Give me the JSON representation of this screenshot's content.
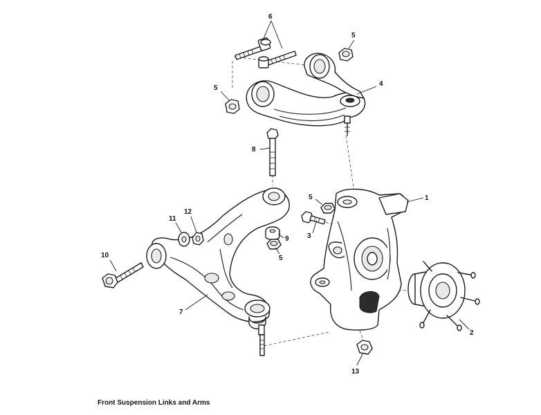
{
  "caption": "Front Suspension Links and Arms",
  "callouts": {
    "c1": "1",
    "c2": "2",
    "c3": "3",
    "c4": "4",
    "c5a": "5",
    "c5b": "5",
    "c5c": "5",
    "c5d": "5",
    "c6": "6",
    "c7": "7",
    "c8": "8",
    "c9": "9",
    "c10": "10",
    "c11": "11",
    "c12": "12",
    "c13": "13"
  }
}
